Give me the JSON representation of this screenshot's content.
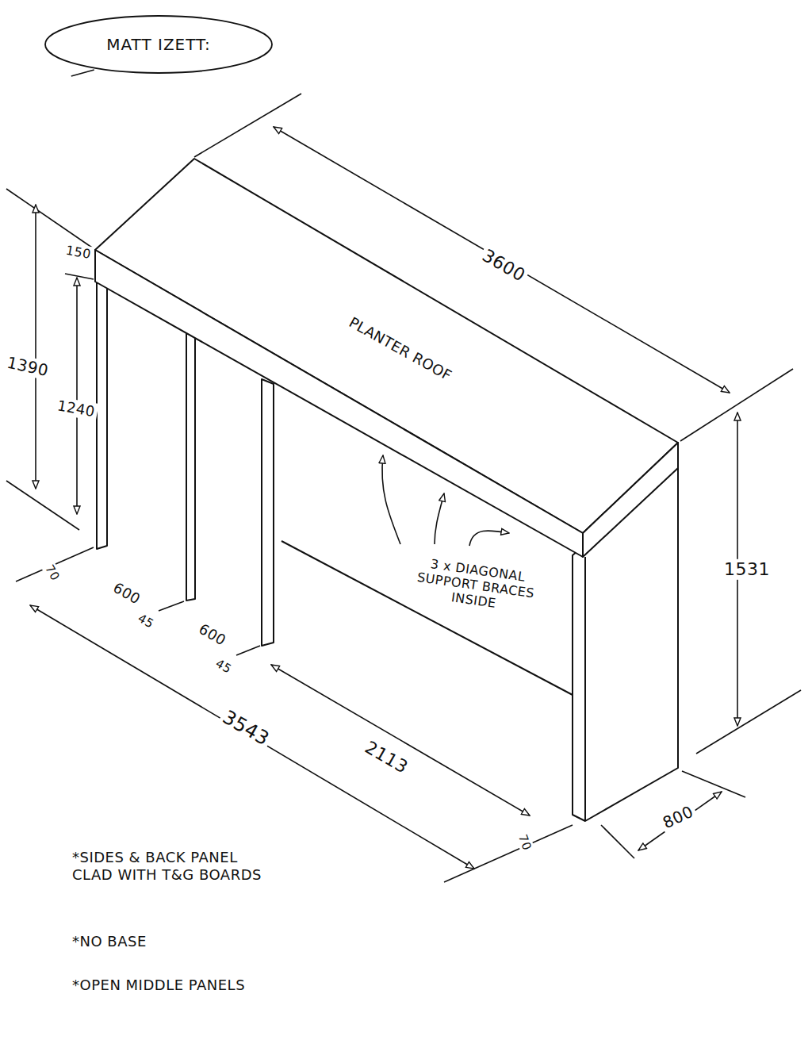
{
  "diagram": {
    "nodes": [
      {
        "text": [
          "MATT IZETT:"
        ]
      }
    ],
    "labels": [
      "3600",
      "150",
      "1390",
      "1240",
      "PLANTER ROOF",
      "3 x DIAGONAL SUPPORT BRACES INSIDE",
      "1531",
      "70",
      "600",
      "45",
      "600",
      "45",
      "3543",
      "2113",
      "70",
      "800",
      "*SIDES & BACK PANEL CLAD WITH T&G BOARDS",
      "*NO BASE",
      "*OPEN MIDDLE PANELS"
    ]
  }
}
